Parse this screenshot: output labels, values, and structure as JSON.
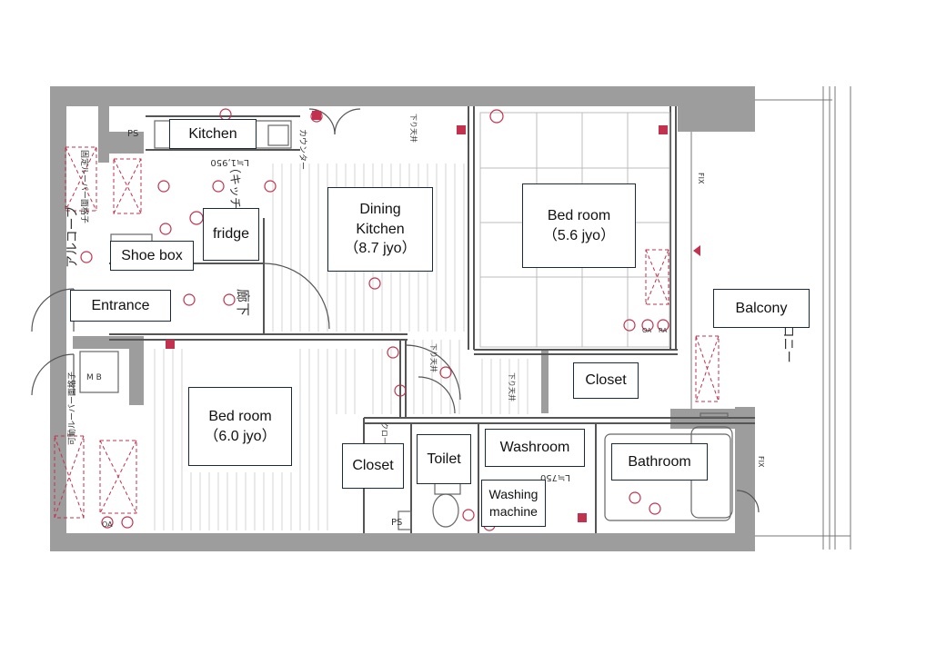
{
  "colors": {
    "wall": "#9d9d9d",
    "line": "#555555",
    "marker": "#c2314e",
    "label_border": "#1b2a3a"
  },
  "labels": {
    "kitchen": "Kitchen",
    "fridge": "fridge",
    "shoe_box": "Shoe box",
    "entrance": "Entrance",
    "dining_kitchen": "Dining\nKitchen\n（8.7 jyo）",
    "bedroom_1": "Bed room\n（5.6 jyo）",
    "balcony": "Balcony",
    "closet_1": "Closet",
    "bedroom_2": "Bed room\n（6.0 jyo）",
    "closet_2": "Closet",
    "toilet": "Toilet",
    "washroom": "Washroom",
    "bathroom": "Bathroom",
    "washing_machine": "Washing\nmachine"
  },
  "plan_text": {
    "ps_top": "PS",
    "ps_bottom": "PS",
    "mb": "M B",
    "fix_1": "FIX",
    "fix_2": "FIX",
    "alcove": "アルコーブ",
    "kitchen_jp": "（キッチン）",
    "corridor_jp": "廊下",
    "balcony_jp": "バルコニー",
    "kitchen_length": "L≒1,950",
    "wash_length": "L≒750",
    "louver_fixed": "固定ルーバー面格子",
    "louver_movable": "可動ルーバー面格子",
    "ceiling_1": "下り天井",
    "ceiling_2": "下り天井",
    "ceiling_3": "下り天井",
    "counter": "カウンター",
    "closet_jp": "クローゼット",
    "oa_1": "OA",
    "oa_2": "OA",
    "ra": "RA"
  }
}
